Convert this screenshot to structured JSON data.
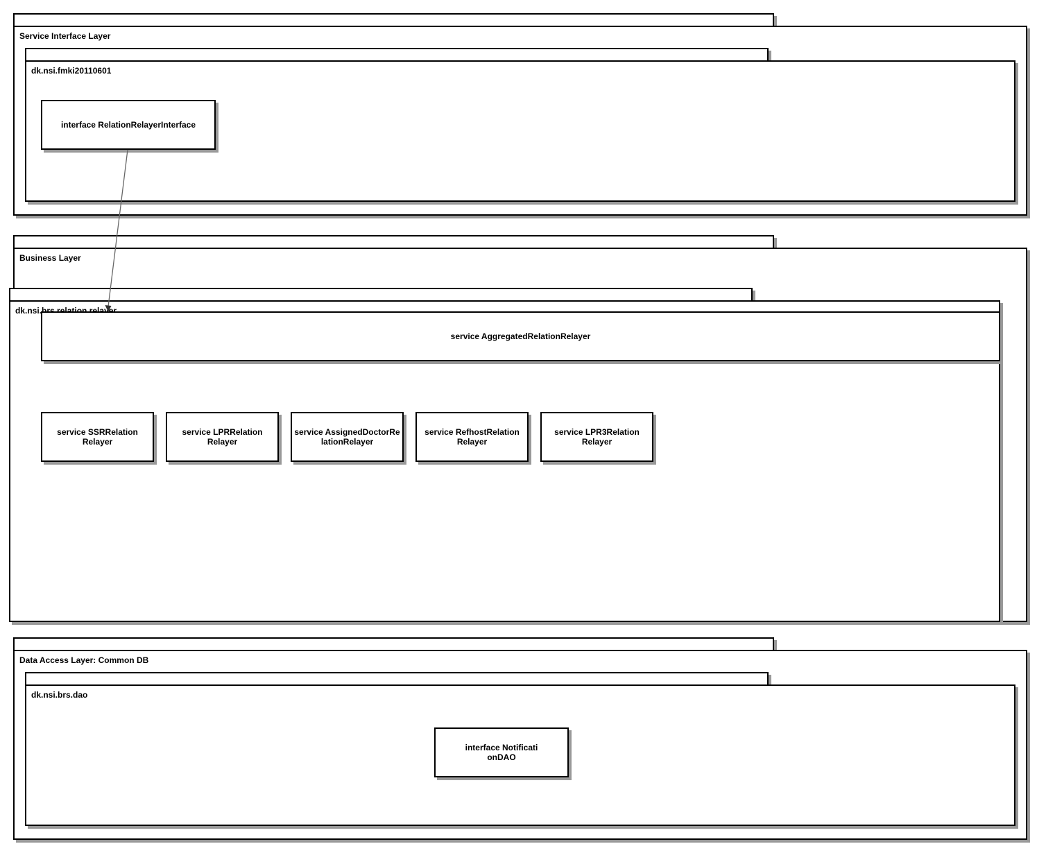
{
  "layers": {
    "service_interface": {
      "label": "Service Interface Layer"
    },
    "business": {
      "label": "Business Layer"
    },
    "data_access": {
      "label": "Data Access Layer: Common DB"
    }
  },
  "packages": {
    "fmki": {
      "label": "dk.nsi.fmki20110601"
    },
    "relation_relayer": {
      "label": "dk.nsi.brs.relation.relayer"
    },
    "dao": {
      "label": "dk.nsi.brs.dao"
    }
  },
  "components": {
    "relation_relayer_interface": "interface RelationRelayerInterface",
    "aggregated_relation_relayer": "service AggregatedRelationRelayer",
    "ssr_relation_relayer": "service SSRRelationRelayer",
    "lpr_relation_relayer": "service LPRRelationRelayer",
    "assigned_doctor_relation_relayer": "service AssignedDoctorRelationRelayer",
    "refhost_relation_relayer": "service RefhostRelationRelayer",
    "lpr3_relation_relayer": "service LPR3RelationRelayer",
    "notification_dao": "interface NotificationDAO"
  },
  "colors": {
    "line": "#000000",
    "shadow": "#999999",
    "arrow": "#666666"
  }
}
